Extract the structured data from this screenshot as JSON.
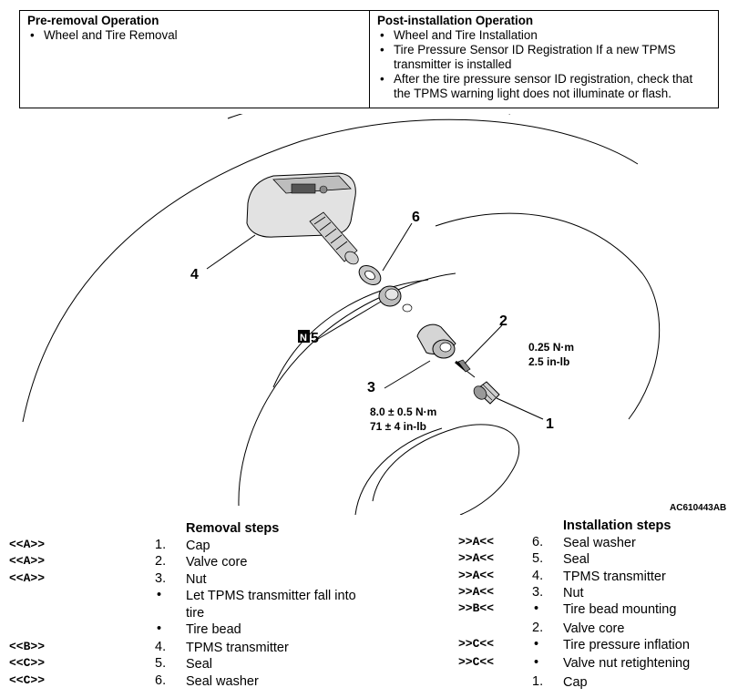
{
  "operations": {
    "pre_removal": {
      "heading": "Pre-removal Operation",
      "items": [
        "Wheel and Tire Removal"
      ]
    },
    "post_installation": {
      "heading": "Post-installation Operation",
      "items": [
        "Wheel and Tire Installation",
        "Tire Pressure Sensor ID Registration If a new TPMS transmitter is installed",
        "After the tire pressure sensor ID registration, check that the TPMS warning light does not illuminate or flash."
      ]
    }
  },
  "illustration": {
    "callouts": {
      "c1": "1",
      "c2": "2",
      "c3": "3",
      "c4": "4",
      "c5": "5",
      "c6": "6"
    },
    "n_mark": "N",
    "torque_valve_core": {
      "line1": "0.25 N·m",
      "line2": "2.5 in-lb"
    },
    "torque_nut": {
      "line1": "8.0 ± 0.5 N·m",
      "line2": "71 ± 4 in-lb"
    },
    "figure_code": "AC610443AB"
  },
  "removal": {
    "heading": "Removal steps",
    "steps": [
      {
        "tag": "<<A>>",
        "num": "1.",
        "text": "Cap"
      },
      {
        "tag": "<<A>>",
        "num": "2.",
        "text": "Valve core"
      },
      {
        "tag": "<<A>>",
        "num": "3.",
        "text": "Nut"
      },
      {
        "tag": "",
        "num": "•",
        "text_line1": "Let TPMS transmitter fall into",
        "text_line2": "tire"
      },
      {
        "tag": "",
        "num": "•",
        "text": "Tire bead"
      },
      {
        "tag": "<<B>>",
        "num": "4.",
        "text": "TPMS transmitter"
      },
      {
        "tag": "<<C>>",
        "num": "5.",
        "text": "Seal"
      },
      {
        "tag": "<<C>>",
        "num": "6.",
        "text": "Seal washer"
      }
    ]
  },
  "installation": {
    "heading": "Installation steps",
    "steps": [
      {
        "tag": ">>A<<",
        "num": "6.",
        "text": "Seal washer"
      },
      {
        "tag": ">>A<<",
        "num": "5.",
        "text": "Seal"
      },
      {
        "tag": ">>A<<",
        "num": "4.",
        "text": "TPMS transmitter"
      },
      {
        "tag": ">>A<<",
        "num": "3.",
        "text": "Nut"
      },
      {
        "tag": ">>B<<",
        "num": "•",
        "text": "Tire bead mounting"
      },
      {
        "tag": "",
        "num": "2.",
        "text": "Valve core"
      },
      {
        "tag": ">>C<<",
        "num": "•",
        "text": "Tire pressure inflation"
      },
      {
        "tag": ">>C<<",
        "num": "•",
        "text": "Valve nut retightening"
      },
      {
        "tag": "",
        "num": "1.",
        "text": "Cap"
      }
    ]
  }
}
